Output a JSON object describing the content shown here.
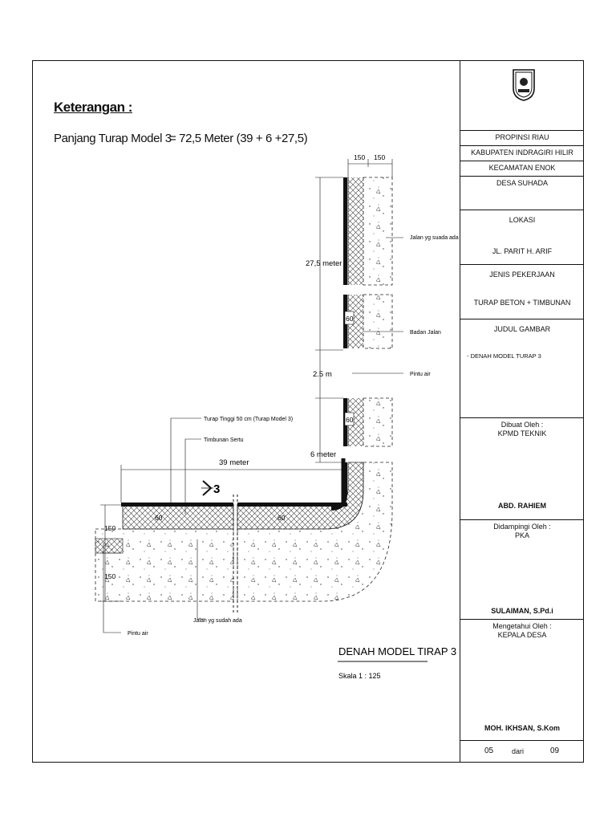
{
  "keterangan": {
    "title": "Keterangan :",
    "label": "Panjang Turap Model 3",
    "value": "= 72,5 Meter (39 + 6 +27,5)"
  },
  "drawing": {
    "title": "DENAH MODEL TIRAP 3",
    "scale": "Skala 1 : 125",
    "dim_150_a": "150",
    "dim_150_b": "150",
    "dim_275": "27,5 meter",
    "dim_25": "2.5 m",
    "dim_6": "6 meter",
    "dim_39": "39 meter",
    "dim_60_v1": "60",
    "dim_60_v2": "60",
    "dim_60_h1": "60",
    "dim_60_h2": "60",
    "dim_150_left_top": "150",
    "dim_150_left_bot": "150",
    "section_mark": "3",
    "label_jalan_right": "Jalan yg suada ada",
    "label_badan_jalan": "Badan Jalan",
    "label_pintu_air_right": "Pintu air",
    "label_turap": "Turap Tinggi 50 cm (Turap Model 3)",
    "label_timbunan": "Timbunan Sertu",
    "label_jalan_bottom": "Jalan yg sudah ada",
    "label_pintu_air_left": "Pintu air"
  },
  "title_block": {
    "province": "PROPINSI RIAU",
    "regency": "KABUPATEN INDRAGIRI HILIR",
    "district": "KECAMATAN ENOK",
    "village": "DESA SUHADA",
    "lokasi_label": "LOKASI",
    "lokasi_value": "JL. PARIT H. ARIF",
    "jenis_label": "JENIS PEKERJAAN",
    "jenis_value": "TURAP BETON + TIMBUNAN",
    "judul_label": "JUDUL GAMBAR",
    "judul_value": "- DENAH MODEL TURAP 3",
    "dibuat_label": "Dibuat Oleh :",
    "dibuat_org": "KPMD TEKNIK",
    "dibuat_name": "ABD. RAHIEM",
    "didampingi_label": "Didampingi Oleh :",
    "didampingi_org": "PKA",
    "didampingi_name": "SULAIMAN, S.Pd.i",
    "mengetahui_label": "Mengetahui Oleh :",
    "mengetahui_org": "KEPALA DESA",
    "mengetahui_name": "MOH. IKHSAN, S.Kom",
    "sheet_no": "05",
    "sheet_of": "dari",
    "sheet_total": "09"
  }
}
